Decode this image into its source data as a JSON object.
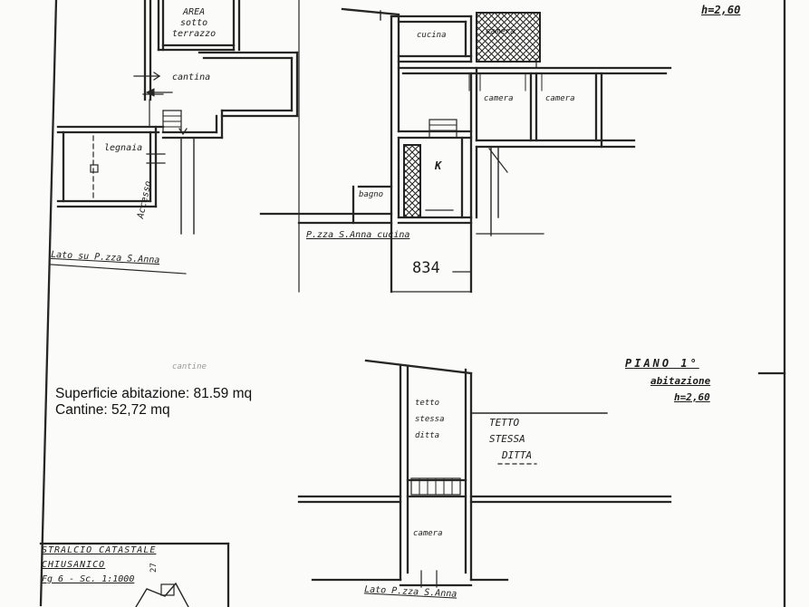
{
  "overlay": {
    "surface_line": "Superficie abitazione: 81.59 mq",
    "cellar_line": "Cantine: 52,72 mq"
  },
  "handwritten": {
    "area_sotto_terrazzo": [
      "AREA",
      "sotto",
      "terrazzo"
    ],
    "cantina": "cantina",
    "legnaia": "legnaia",
    "accesso": "Accesso",
    "lato_piazza_left": "Lato su P.zza S.Anna",
    "cucina": "cucina",
    "camera_1": "camera",
    "camera_2": "camera",
    "camera_3": "camera",
    "k": "K",
    "bagno": "bagno",
    "piazza_cucina": "P.zza S.Anna  cucina",
    "h_top": "h=2,60",
    "sub_number": "834",
    "piano_title": "PIANO 1°",
    "piano_sub": "abitazione",
    "piano_h": "h=2,60",
    "tetto_small": [
      "tetto",
      "stessa",
      "ditta"
    ],
    "tetto_big": [
      "TETTO",
      "STESSA",
      "DITTA"
    ],
    "camera_bottom": "camera",
    "lato_piazza_bottom": "Lato P.zza S.Anna",
    "stralcio": "STRALCIO CATASTALE",
    "comune": "CHIUSANICO",
    "foglio": "Fg 6 - Sc. 1:1000",
    "faded": "cantine"
  }
}
